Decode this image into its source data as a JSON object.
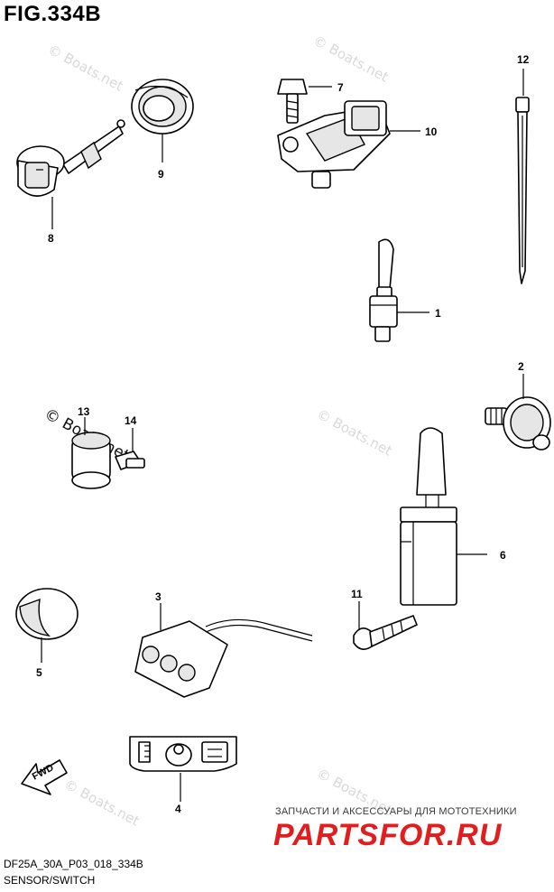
{
  "figure": {
    "title": "FIG.334B",
    "code": "DF25A_30A_P03_018_334B",
    "caption": "SENSOR/SWITCH"
  },
  "parts": [
    {
      "ref": "1"
    },
    {
      "ref": "2"
    },
    {
      "ref": "3"
    },
    {
      "ref": "4"
    },
    {
      "ref": "5"
    },
    {
      "ref": "6"
    },
    {
      "ref": "7"
    },
    {
      "ref": "8"
    },
    {
      "ref": "9"
    },
    {
      "ref": "10"
    },
    {
      "ref": "11"
    },
    {
      "ref": "12"
    },
    {
      "ref": "13"
    },
    {
      "ref": "14"
    }
  ],
  "watermark": {
    "text": "© Boats.net"
  },
  "direction_arrow": {
    "label": "FWD"
  },
  "shop": {
    "subtitle": "ЗАПЧАСТИ И АКСЕССУАРЫ ДЛЯ МОТОТЕХНИКИ",
    "brand": "PARTSFOR.RU"
  },
  "colors": {
    "line": "#000000",
    "background": "#ffffff",
    "watermark": "#d9d9d9",
    "brand": "#e21d1d"
  }
}
